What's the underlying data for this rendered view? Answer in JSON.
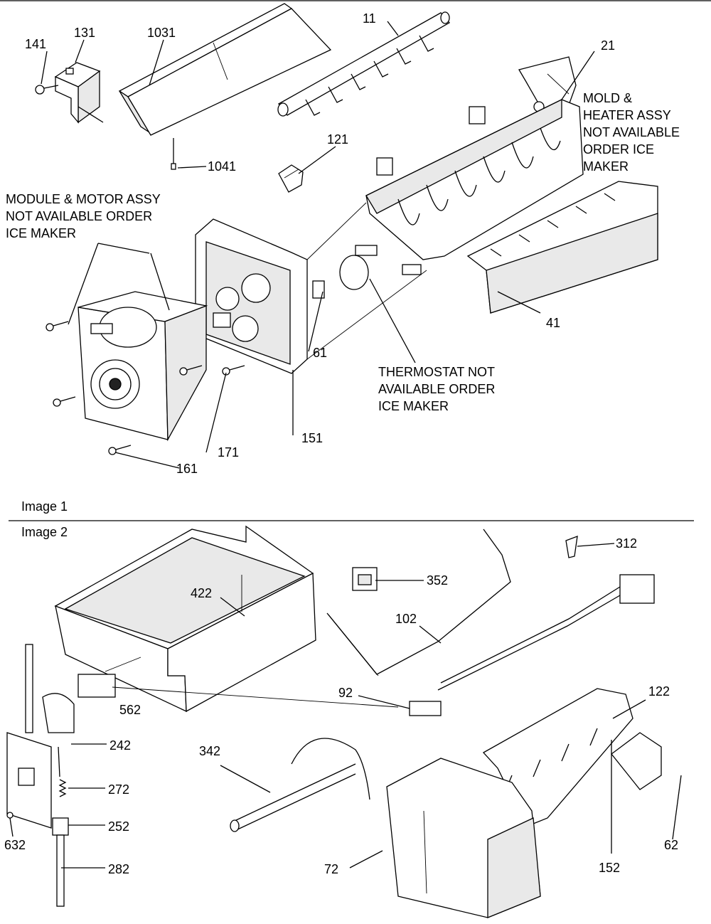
{
  "captions": {
    "image1": "Image 1",
    "image2": "Image 2"
  },
  "notes": {
    "mold_heater": [
      "MOLD &",
      "HEATER ASSY",
      "NOT AVAILABLE",
      "ORDER ICE",
      "MAKER"
    ],
    "module_motor": [
      "MODULE & MOTOR ASSY",
      "NOT AVAILABLE ORDER",
      "ICE MAKER"
    ],
    "thermostat": [
      "THERMOSTAT NOT",
      "AVAILABLE ORDER",
      "ICE MAKER"
    ]
  },
  "parts_image1": [
    "141",
    "131",
    "1031",
    "11",
    "21",
    "1041",
    "121",
    "61",
    "41",
    "151",
    "171",
    "161"
  ],
  "parts_image2": [
    "312",
    "352",
    "422",
    "102",
    "122",
    "92",
    "562",
    "242",
    "342",
    "272",
    "252",
    "632",
    "282",
    "72",
    "152",
    "62"
  ],
  "colors": {
    "line": "#000000",
    "background": "#ffffff",
    "shade": "#e9e9e9"
  }
}
